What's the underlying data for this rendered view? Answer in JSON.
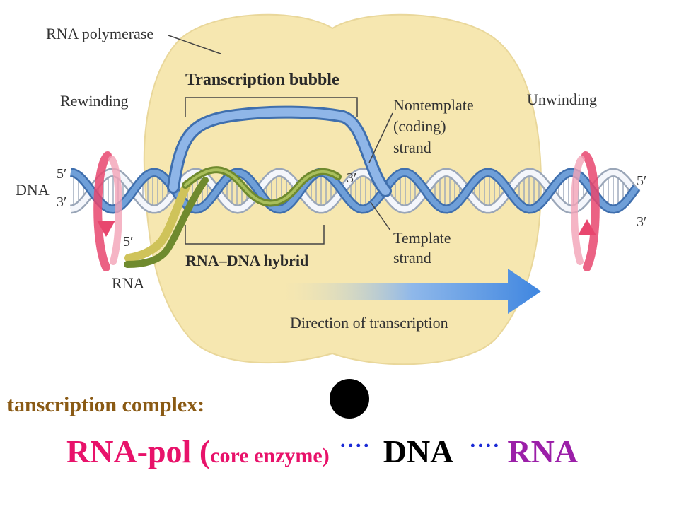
{
  "diagram": {
    "labels": {
      "rna_polymerase": "RNA polymerase",
      "transcription_bubble": "Transcription bubble",
      "rewinding": "Rewinding",
      "unwinding": "Unwinding",
      "nontemplate_line1": "Nontemplate",
      "nontemplate_line2": "(coding)",
      "nontemplate_line3": "strand",
      "template_line1": "Template",
      "template_line2": "strand",
      "dna": "DNA",
      "rna": "RNA",
      "rna_dna_hybrid": "RNA–DNA hybrid",
      "direction": "Direction of transcription",
      "left_5prime": "5′",
      "left_3prime": "3′",
      "right_5prime": "5′",
      "right_3prime": "3′",
      "rna_5prime": "5′",
      "hybrid_3prime": "3′"
    },
    "colors": {
      "polymerase": "#f6e7b0",
      "strand_blue": "#6f9fd8",
      "strand_white": "#f4f6fb",
      "rna_green": "#7f9a3a",
      "rna_yellow": "#e8dc7a",
      "arrow_pink": "#e8466e",
      "arrow_blue": "#3f86e0"
    }
  },
  "caption": {
    "complex_label": "tanscription complex:",
    "rna_pol": "RNA-pol (",
    "core_enzyme": "core enzyme)",
    "dots1": "····",
    "dna": "DNA",
    "dots2": "····",
    "rna": "RNA"
  }
}
